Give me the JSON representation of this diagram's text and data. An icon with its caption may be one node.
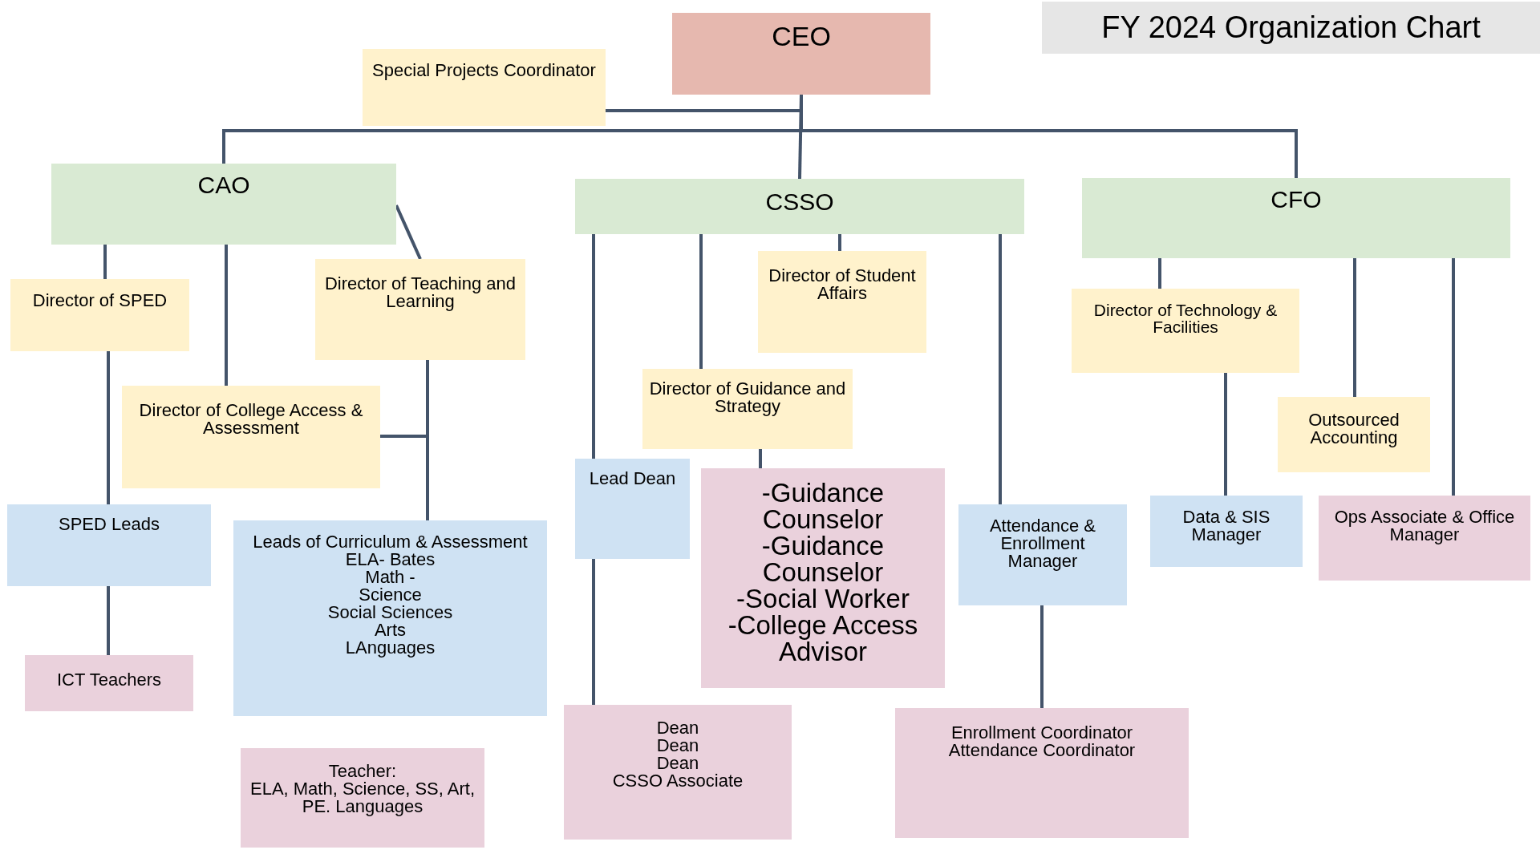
{
  "diagram": {
    "title": "FY 2024 Organization Chart",
    "nodes": [
      {
        "text": [
          "CEO"
        ]
      },
      {
        "text": [
          "Special Projects Coordinator"
        ]
      },
      {
        "text": [
          "CAO"
        ]
      },
      {
        "text": [
          "CSSO"
        ]
      },
      {
        "text": [
          "CFO"
        ]
      },
      {
        "text": [
          "Director of SPED"
        ]
      },
      {
        "text": [
          "Director of Teaching and Learning"
        ]
      },
      {
        "text": [
          "Director of College Access & Assessment"
        ]
      },
      {
        "text": [
          "Director of Student Affairs"
        ]
      },
      {
        "text": [
          "Director of Guidance and Strategy"
        ]
      },
      {
        "text": [
          "Director of Technology & Facilities"
        ]
      },
      {
        "text": [
          "Outsourced Accounting"
        ]
      },
      {
        "text": [
          "SPED Leads"
        ]
      },
      {
        "text": [
          "Leads of Curriculum & Assessment",
          "ELA- Bates",
          "Math -",
          "Science",
          "Social Sciences",
          "Arts",
          "LAnguages"
        ]
      },
      {
        "text": [
          "Lead Dean"
        ]
      },
      {
        "text": [
          "-Guidance Counselor",
          "-Guidance Counselor",
          "-Social Worker",
          "-College Access Advisor"
        ]
      },
      {
        "text": [
          "Attendance & Enrollment Manager"
        ]
      },
      {
        "text": [
          "Data & SIS Manager"
        ]
      },
      {
        "text": [
          "Ops Associate & Office Manager"
        ]
      },
      {
        "text": [
          "ICT Teachers"
        ]
      },
      {
        "text": [
          "Teacher:",
          "ELA, Math, Science, SS, Art, PE. Languages"
        ]
      },
      {
        "text": [
          "Dean",
          "Dean",
          "Dean",
          "CSSO Associate"
        ]
      },
      {
        "text": [
          "Enrollment Coordinator",
          "Attendance Coordinator"
        ]
      }
    ],
    "edges": [
      {
        "from": 0,
        "to": 1,
        "arrow": "none"
      },
      {
        "from": 0,
        "to": 2,
        "arrow": "none"
      },
      {
        "from": 0,
        "to": 3,
        "arrow": "none"
      },
      {
        "from": 0,
        "to": 4,
        "arrow": "none"
      },
      {
        "from": 2,
        "to": 5,
        "arrow": "none"
      },
      {
        "from": 2,
        "to": 7,
        "arrow": "none"
      },
      {
        "from": 2,
        "to": 6,
        "arrow": "none"
      },
      {
        "from": 5,
        "to": 12,
        "arrow": "none"
      },
      {
        "from": 12,
        "to": 19,
        "arrow": "none"
      },
      {
        "from": 6,
        "to": 13,
        "arrow": "none"
      },
      {
        "from": 7,
        "to": 13,
        "arrow": "none"
      },
      {
        "from": 3,
        "to": 14,
        "arrow": "none"
      },
      {
        "from": 14,
        "to": 21,
        "arrow": "none"
      },
      {
        "from": 3,
        "to": 9,
        "arrow": "none"
      },
      {
        "from": 3,
        "to": 8,
        "arrow": "none"
      },
      {
        "from": 9,
        "to": 15,
        "arrow": "none"
      },
      {
        "from": 3,
        "to": 16,
        "arrow": "none"
      },
      {
        "from": 16,
        "to": 22,
        "arrow": "none"
      },
      {
        "from": 4,
        "to": 10,
        "arrow": "none"
      },
      {
        "from": 10,
        "to": 17,
        "arrow": "none"
      },
      {
        "from": 4,
        "to": 11,
        "arrow": "none"
      },
      {
        "from": 4,
        "to": 18,
        "arrow": "none"
      }
    ]
  }
}
